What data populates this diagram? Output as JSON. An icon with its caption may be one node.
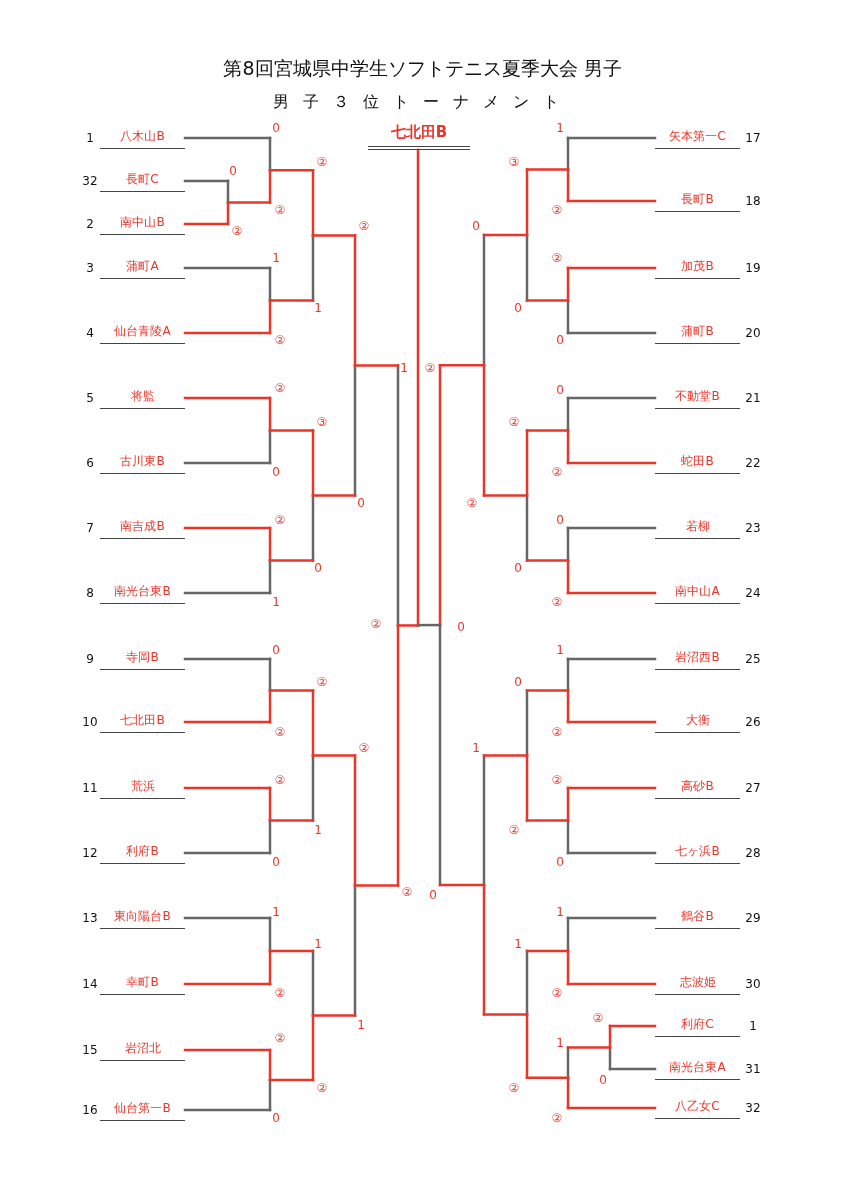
{
  "diagram": {
    "title": "第8回宮城県中学生ソフトテニス夏季大会 男子",
    "nodes": [
      {
        "text": [
          "七北田B"
        ]
      },
      {
        "text": [
          "八木山B"
        ],
        "beside": [
          "1"
        ]
      },
      {
        "text": [
          "長町C"
        ],
        "beside": [
          "32"
        ]
      },
      {
        "text": [
          "南中山B"
        ],
        "beside": [
          "2"
        ]
      },
      {
        "text": [
          "蒲町A"
        ],
        "beside": [
          "3"
        ]
      },
      {
        "text": [
          "仙台青陵A"
        ],
        "beside": [
          "4"
        ]
      },
      {
        "text": [
          "将監"
        ],
        "beside": [
          "5"
        ]
      },
      {
        "text": [
          "古川東B"
        ],
        "beside": [
          "6"
        ]
      },
      {
        "text": [
          "南吉成B"
        ],
        "beside": [
          "7"
        ]
      },
      {
        "text": [
          "南光台東B"
        ],
        "beside": [
          "8"
        ]
      },
      {
        "text": [
          "寺岡B"
        ],
        "beside": [
          "9"
        ]
      },
      {
        "text": [
          "七北田B"
        ],
        "beside": [
          "10"
        ]
      },
      {
        "text": [
          "荒浜"
        ],
        "beside": [
          "11"
        ]
      },
      {
        "text": [
          "利府B"
        ],
        "beside": [
          "12"
        ]
      },
      {
        "text": [
          "東向陽台B"
        ],
        "beside": [
          "13"
        ]
      },
      {
        "text": [
          "幸町B"
        ],
        "beside": [
          "14"
        ]
      },
      {
        "text": [
          "岩沼北"
        ],
        "beside": [
          "15"
        ]
      },
      {
        "text": [
          "仙台第一B"
        ],
        "beside": [
          "16"
        ]
      },
      {
        "text": [
          "矢本第一C"
        ],
        "beside": [
          "17"
        ]
      },
      {
        "text": [
          "長町B"
        ],
        "beside": [
          "18"
        ]
      },
      {
        "text": [
          "加茂B"
        ],
        "beside": [
          "19"
        ]
      },
      {
        "text": [
          "蒲町B"
        ],
        "beside": [
          "20"
        ]
      },
      {
        "text": [
          "不動堂B"
        ],
        "beside": [
          "21"
        ]
      },
      {
        "text": [
          "蛇田B"
        ],
        "beside": [
          "22"
        ]
      },
      {
        "text": [
          "若柳"
        ],
        "beside": [
          "23"
        ]
      },
      {
        "text": [
          "南中山A"
        ],
        "beside": [
          "24"
        ]
      },
      {
        "text": [
          "岩沼西B"
        ],
        "beside": [
          "25"
        ]
      },
      {
        "text": [
          "大衡"
        ],
        "beside": [
          "26"
        ]
      },
      {
        "text": [
          "高砂B"
        ],
        "beside": [
          "27"
        ]
      },
      {
        "text": [
          "七ヶ浜B"
        ],
        "beside": [
          "28"
        ]
      },
      {
        "text": [
          "鶴谷B"
        ],
        "beside": [
          "29"
        ]
      },
      {
        "text": [
          "志波姫"
        ],
        "beside": [
          "30"
        ]
      },
      {
        "text": [
          "利府C"
        ],
        "beside": [
          "1"
        ]
      },
      {
        "text": [
          "南光台東A"
        ],
        "beside": [
          "31"
        ]
      },
      {
        "text": [
          "八乙女C"
        ],
        "beside": [
          "32"
        ]
      }
    ],
    "labels": [
      "男子３位トーナメント",
      "0",
      "②",
      "0",
      "②",
      "1",
      "②",
      "②",
      "0",
      "②",
      "1",
      "0",
      "②",
      "②",
      "0",
      "1",
      "②",
      "②",
      "0",
      "②",
      "1",
      "③",
      "0",
      "②",
      "1",
      "1",
      "②",
      "②",
      "0",
      "②",
      "1",
      "1",
      "②",
      "1",
      "②",
      "②",
      "0",
      "0",
      "②",
      "0",
      "②",
      "1",
      "②",
      "②",
      "0",
      "1",
      "②",
      "②",
      "0",
      "1",
      "②",
      "③",
      "0",
      "②",
      "0",
      "0",
      "②",
      "1",
      "②",
      "0",
      "②",
      "1",
      "②",
      "0",
      "②",
      "0"
    ]
  }
}
